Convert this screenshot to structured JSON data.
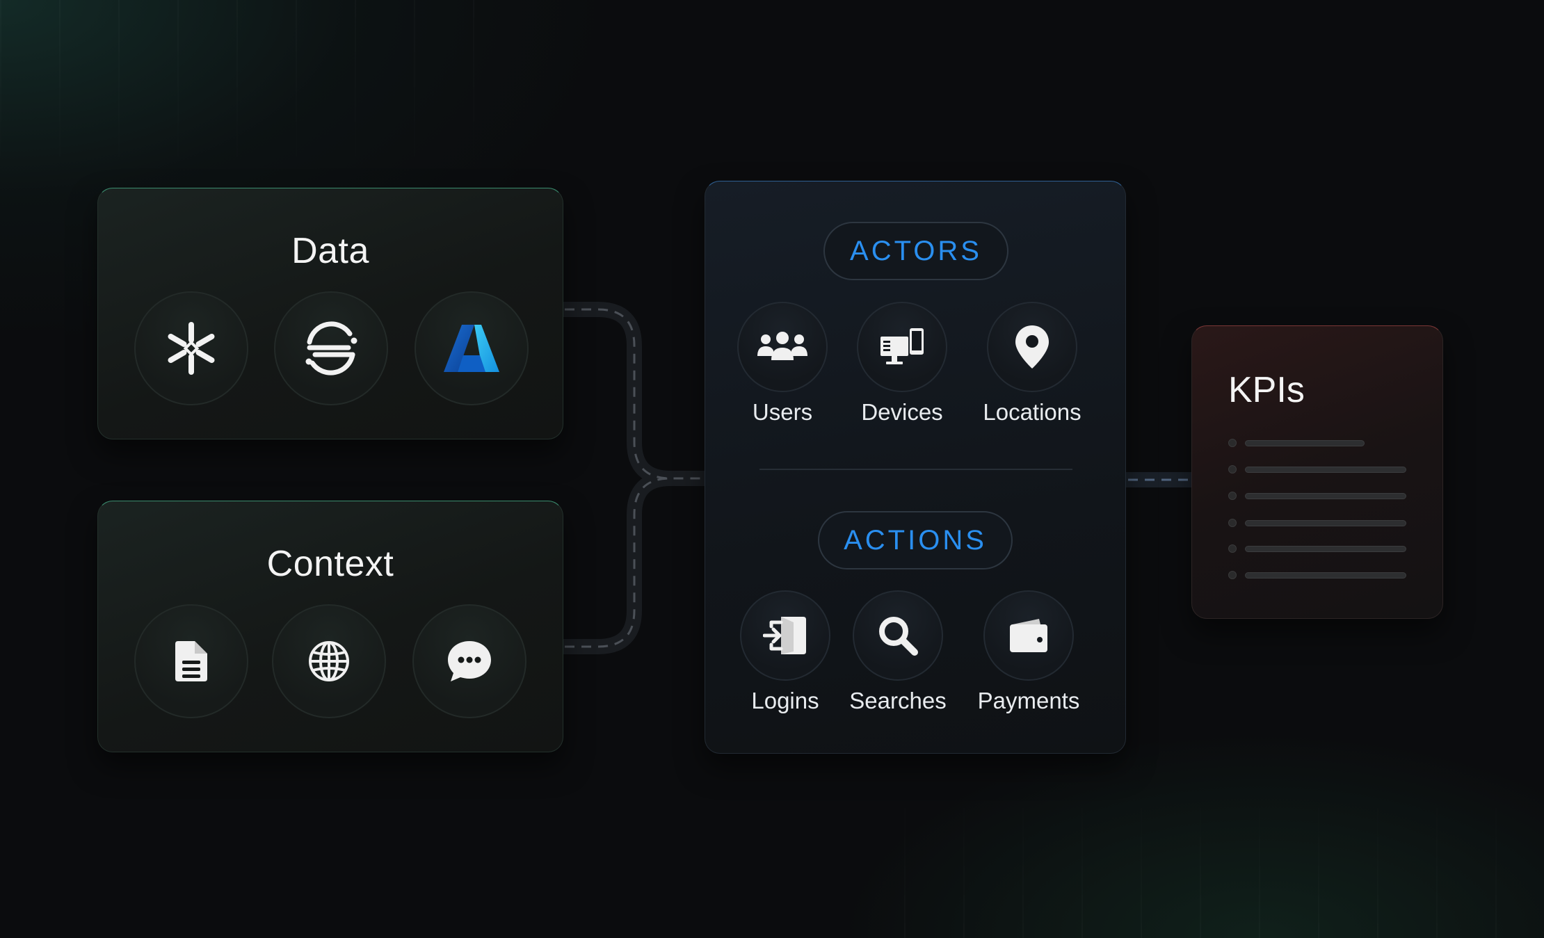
{
  "data_card": {
    "title": "Data",
    "icons": [
      "snowflake-icon",
      "segment-icon",
      "azure-icon"
    ]
  },
  "context_card": {
    "title": "Context",
    "icons": [
      "document-icon",
      "globe-icon",
      "chat-bubble-icon"
    ]
  },
  "center_card": {
    "actors": {
      "label": "ACTORS",
      "items": [
        {
          "label": "Users",
          "icon": "users-icon"
        },
        {
          "label": "Devices",
          "icon": "devices-icon"
        },
        {
          "label": "Locations",
          "icon": "location-pin-icon"
        }
      ]
    },
    "actions": {
      "label": "ACTIONS",
      "items": [
        {
          "label": "Logins",
          "icon": "login-icon"
        },
        {
          "label": "Searches",
          "icon": "search-icon"
        },
        {
          "label": "Payments",
          "icon": "wallet-icon"
        }
      ]
    }
  },
  "kpi_card": {
    "title": "KPIs",
    "rows": 6
  },
  "colors": {
    "accent_blue": "#2a8ff0",
    "background": "#0b0c0e",
    "data_border": "#3a8c6e",
    "kpi_border": "#7a3636"
  }
}
